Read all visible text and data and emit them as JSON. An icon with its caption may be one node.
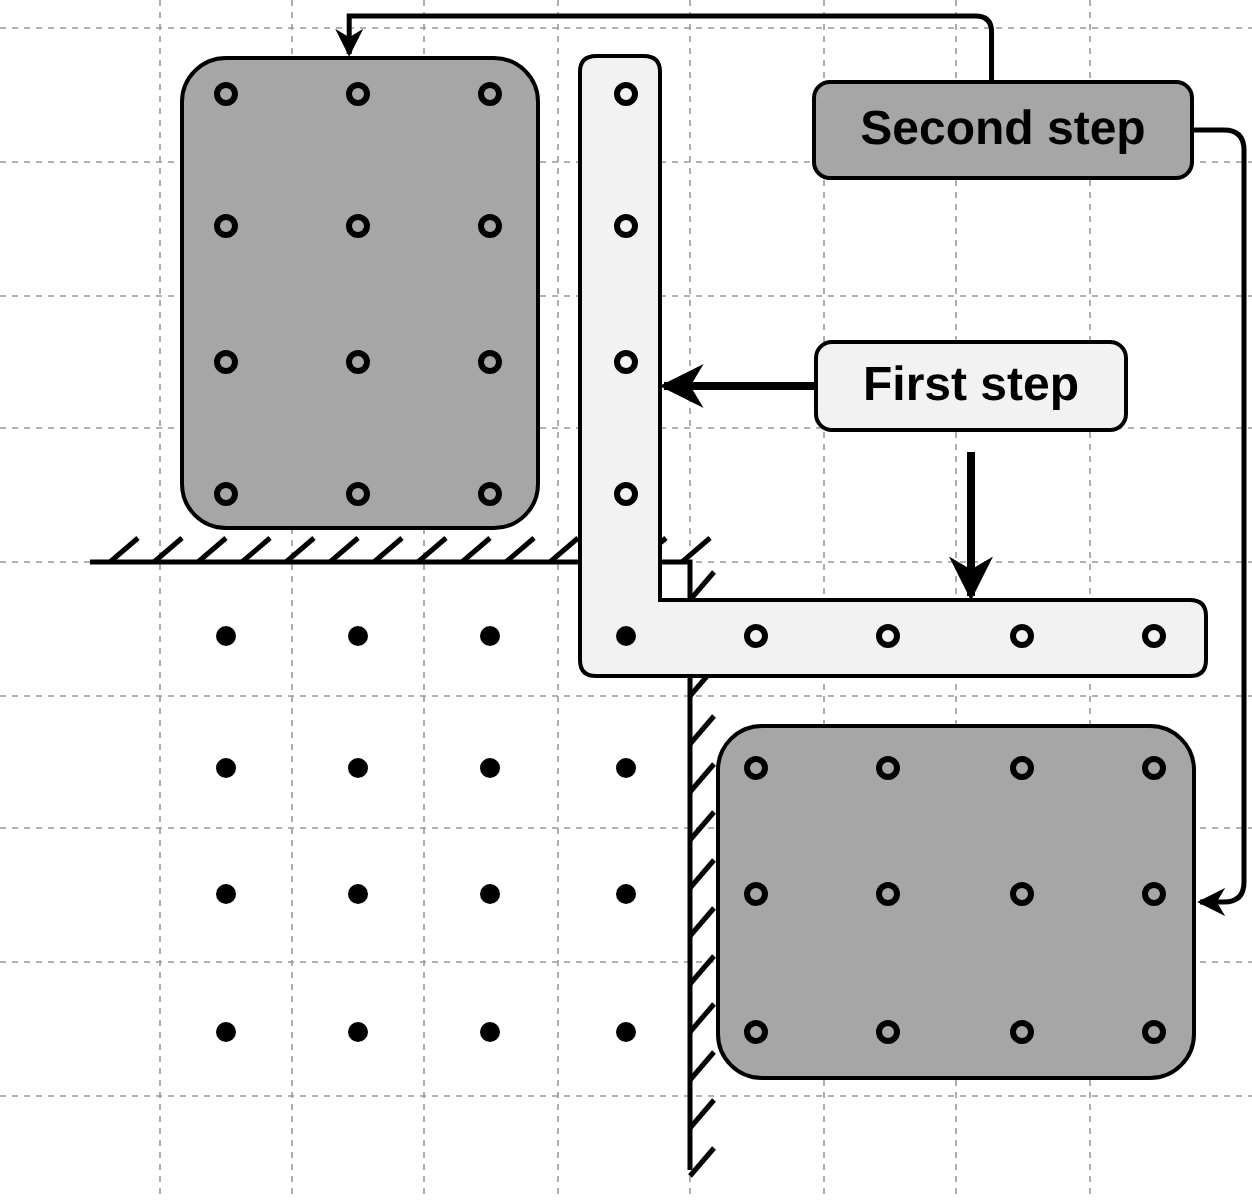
{
  "diagram": {
    "nodes": [
      {
        "text": [],
        "shape": "box"
      },
      {
        "text": [],
        "shape": "box"
      },
      {
        "text": [
          "Second step"
        ]
      },
      {
        "text": [
          "First step"
        ]
      },
      {
        "text": [],
        "shape": "box"
      }
    ],
    "edges": [
      {
        "from": 2,
        "to": 0,
        "arrow": "to"
      },
      {
        "from": 2,
        "to": 4,
        "arrow": "to"
      },
      {
        "from": 3,
        "to": 1,
        "arrow": "to"
      },
      {
        "from": 3,
        "to": 1,
        "arrow": "to"
      }
    ]
  }
}
